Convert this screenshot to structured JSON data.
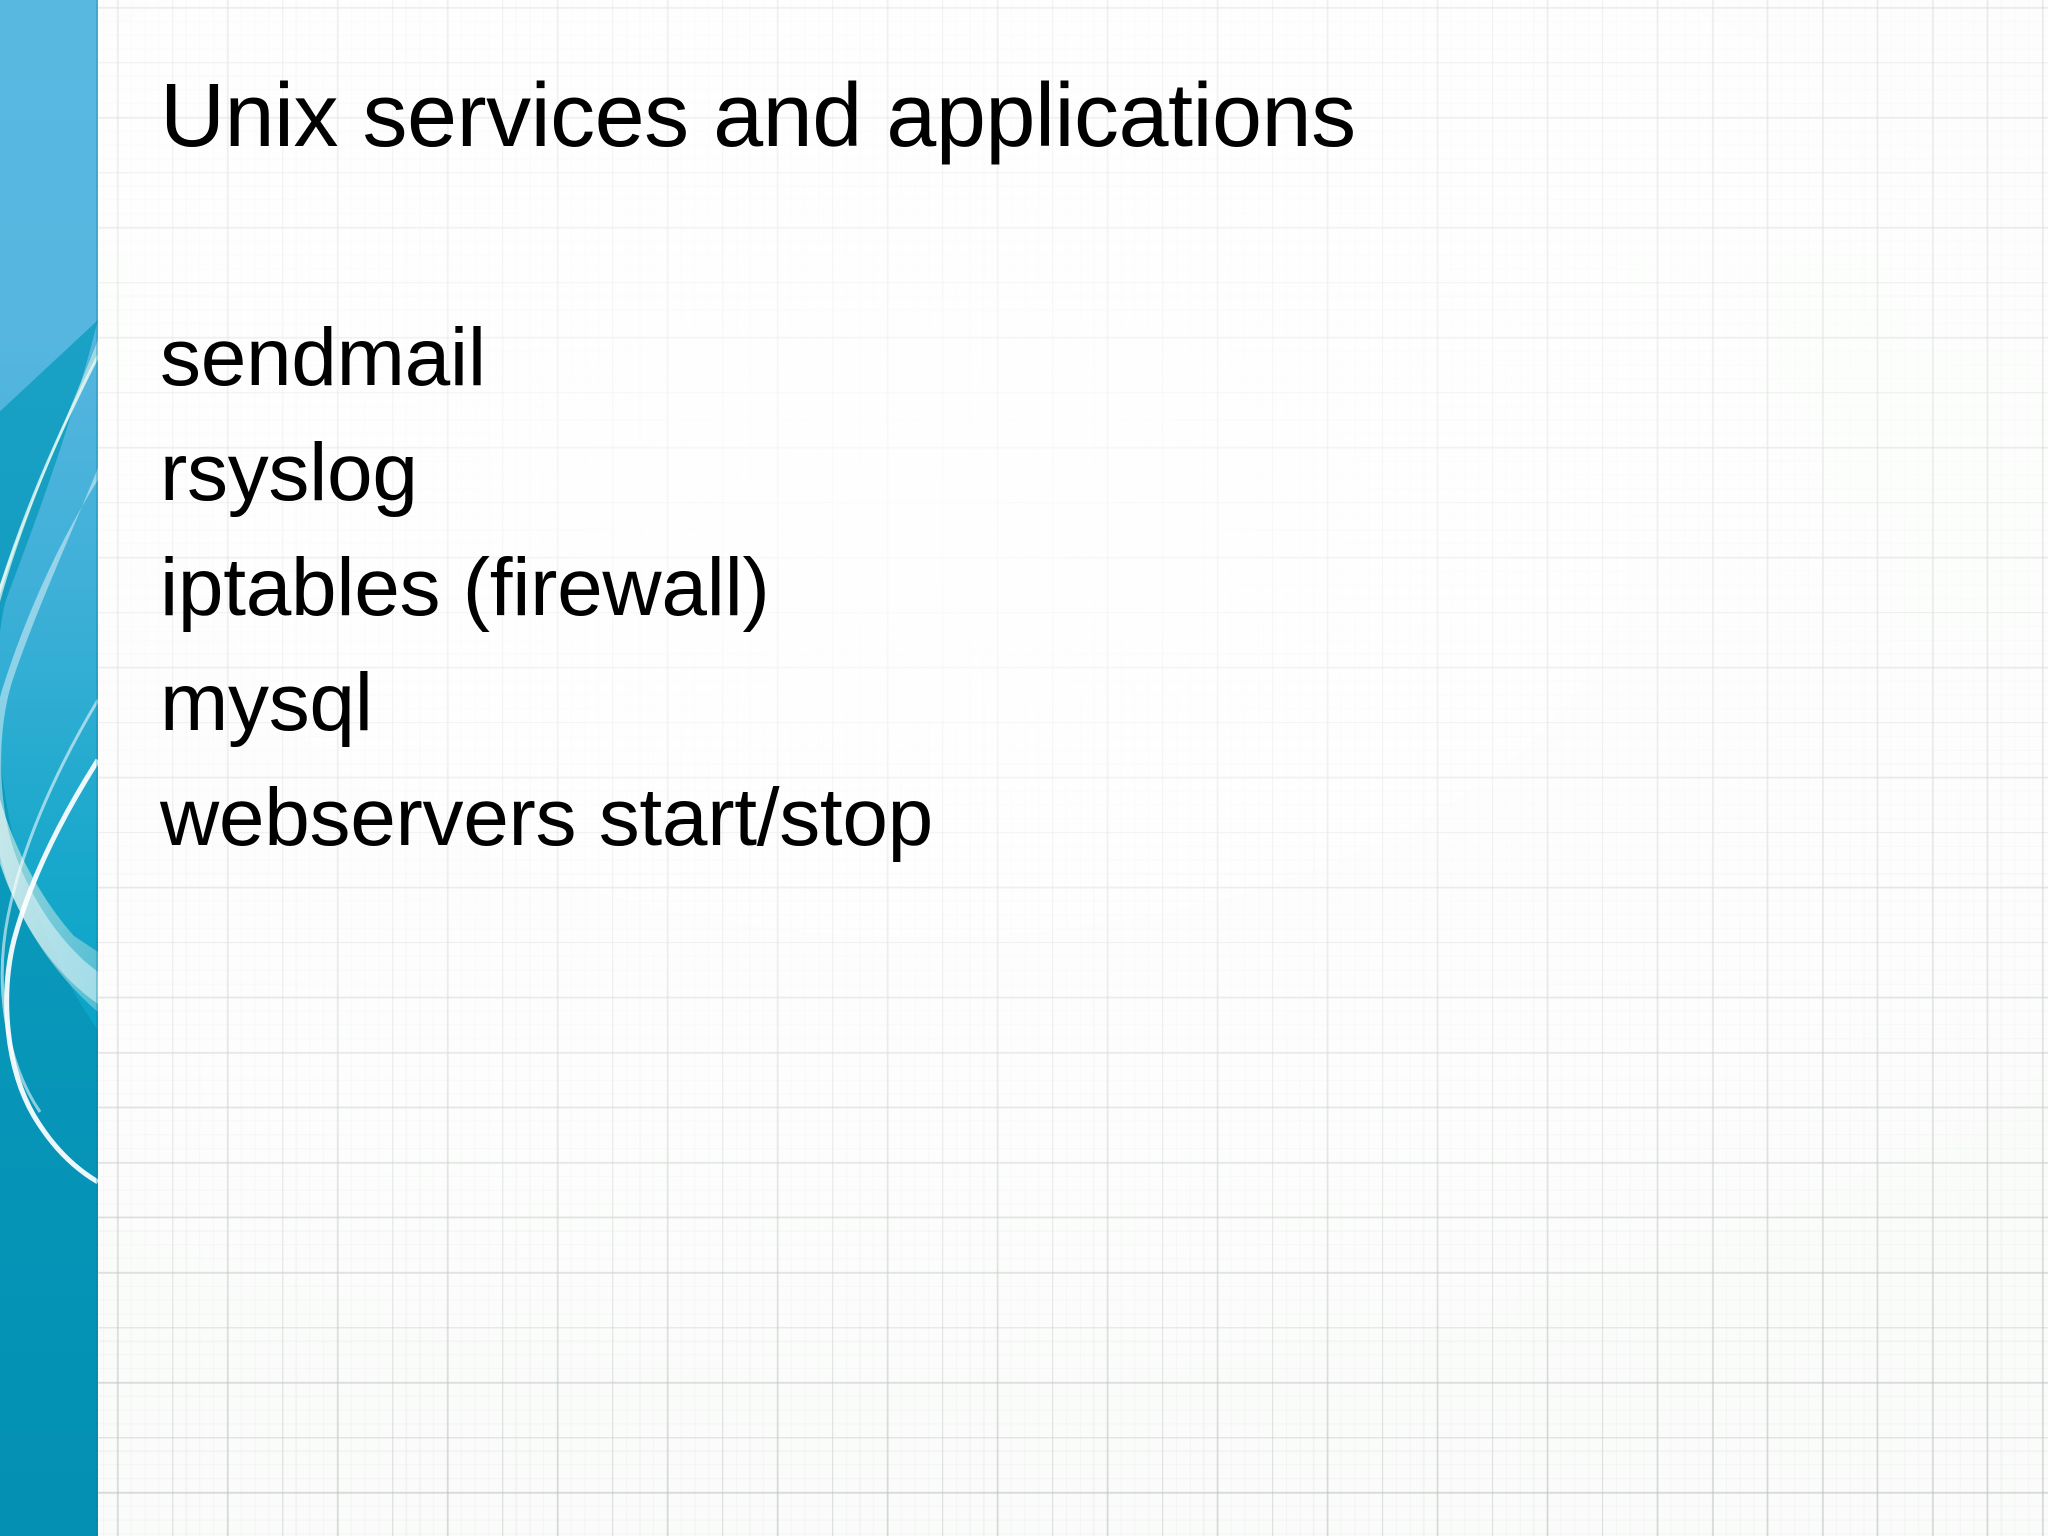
{
  "slide": {
    "title": "Unix services and applications",
    "items": [
      "sendmail",
      "rsyslog",
      "iptables (firewall)",
      "mysql",
      "webservers start/stop"
    ]
  },
  "theme": {
    "sidebar_top_color": "#59b8e0",
    "sidebar_bottom_color": "#03a1c4",
    "background_color": "#fcfdfc",
    "grid_line_color": "#828e84",
    "text_color": "#000000"
  }
}
